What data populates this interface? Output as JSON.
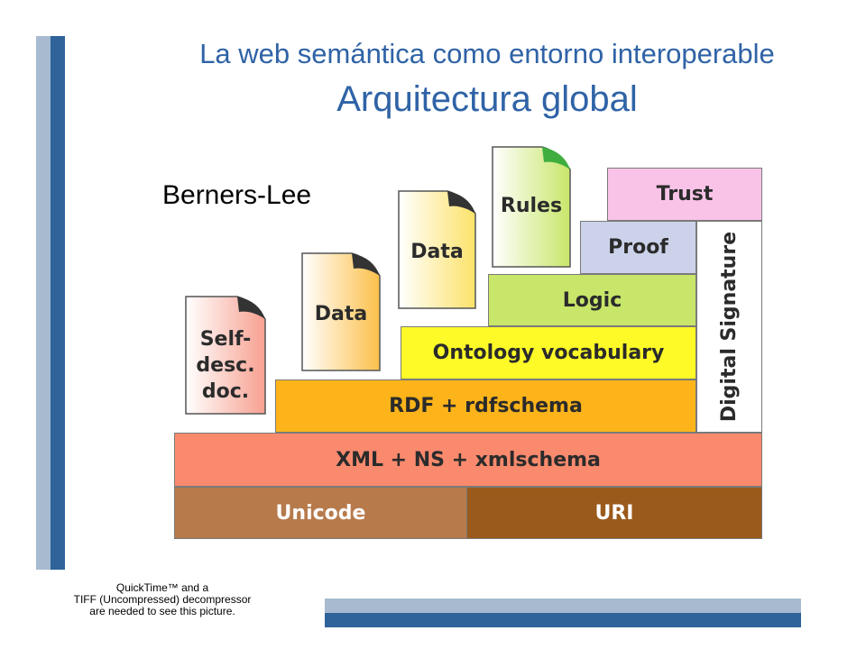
{
  "slide": {
    "title": "La web semántica como entorno interoperable",
    "subtitle": "Arquitectura global",
    "author": "Berners-Lee"
  },
  "diagram": {
    "layers": {
      "unicode": "Unicode",
      "uri": "URI",
      "xml": "XML + NS + xmlschema",
      "rdf": "RDF + rdfschema",
      "ontology": "Ontology vocabulary",
      "logic": "Logic",
      "proof": "Proof",
      "trust": "Trust",
      "digital_signature": "Digital Signature"
    },
    "documents": {
      "self_desc_line1": "Self-",
      "self_desc_line2": "desc.",
      "self_desc_line3": "doc.",
      "data_1": "Data",
      "data_2": "Data",
      "rules": "Rules"
    },
    "colors": {
      "unicode": "#b77a4b",
      "uri": "#9a5a1b",
      "xml": "#fa8a6e",
      "rdf": "#fcb41a",
      "ontology": "#fdfa27",
      "logic": "#c8e66a",
      "proof": "#cbd2ea",
      "trust": "#f9c3e8",
      "digital_signature": "#ffffff"
    }
  },
  "placeholder": {
    "line1": "QuickTime™ and a",
    "line2": "TIFF (Uncompressed) decompressor",
    "line3": "are needed to see this picture."
  }
}
